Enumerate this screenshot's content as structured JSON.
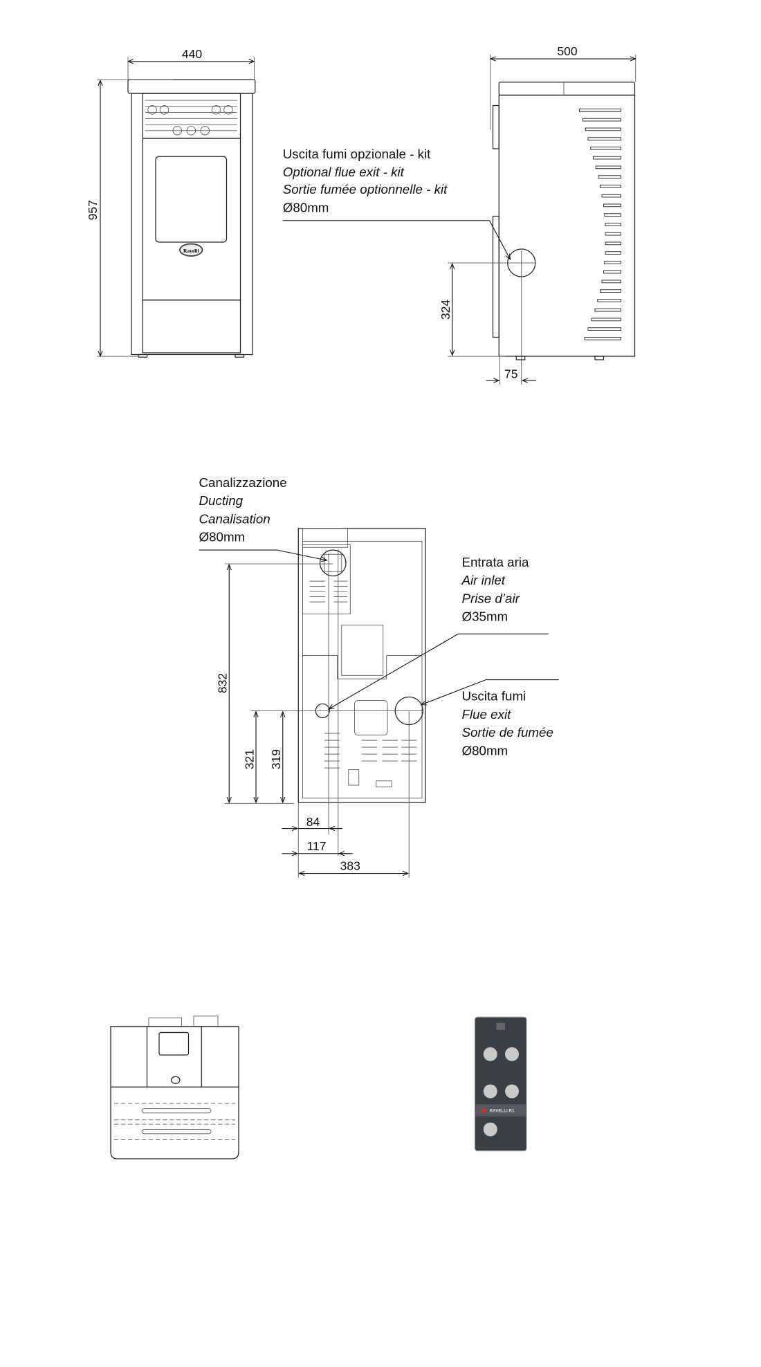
{
  "front_view": {
    "width_dim": "440",
    "height_dim": "957",
    "logo": "Ravelli"
  },
  "side_view": {
    "depth_dim": "500",
    "flue_height_dim": "324",
    "flue_offset_dim": "75",
    "note": [
      "Uscita fumi opzionale - kit",
      "Optional flue exit - kit",
      "Sortie fumée optionnelle - kit",
      "Ø80mm"
    ]
  },
  "rear_view": {
    "ducting_note": [
      "Canalizzazione",
      "Ducting",
      "Canalisation",
      "Ø80mm"
    ],
    "air_inlet_note": [
      "Entrata aria",
      "Air inlet",
      "Prise d’air",
      "Ø35mm"
    ],
    "flue_note": [
      "Uscita fumi",
      "Flue exit",
      "Sortie de fumée",
      "Ø80mm"
    ],
    "dims": {
      "ducting_height": "832",
      "air_inlet_height": "321",
      "flue_height": "319",
      "air_inlet_offset": "84",
      "ducting_offset": "117",
      "flue_offset": "383"
    }
  },
  "remote": {
    "brand": "RAVELLI R1"
  }
}
